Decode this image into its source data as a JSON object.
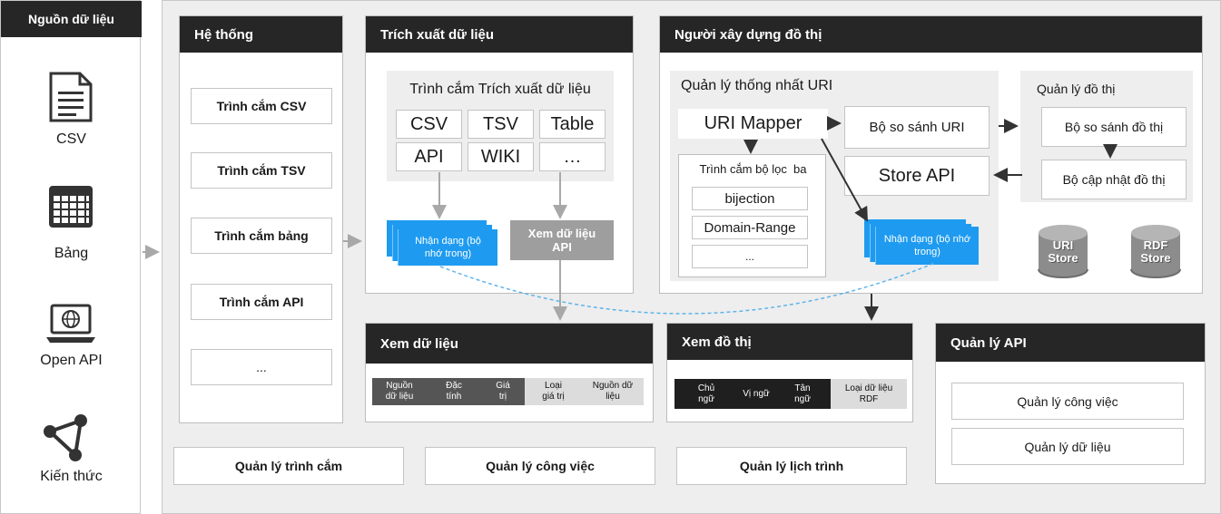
{
  "sources": {
    "title": "Nguồn dữ liệu",
    "items": [
      {
        "label": "CSV",
        "icon": "document-icon"
      },
      {
        "label": "Bảng",
        "icon": "table-grid-icon"
      },
      {
        "label": "Open API",
        "icon": "laptop-globe-icon"
      },
      {
        "label": "Kiến thức",
        "icon": "knowledge-network-icon"
      }
    ]
  },
  "system": {
    "title": "Hệ thống",
    "items": [
      "Trình cắm CSV",
      "Trình cắm TSV",
      "Trình cắm bảng",
      "Trình cắm API",
      "..."
    ]
  },
  "extraction": {
    "title": "Trích xuất dữ liệu",
    "plugin_title": "Trình cắm Trích xuất dữ liệu",
    "cells": [
      "CSV",
      "TSV",
      "Table",
      "API",
      "WIKI",
      "…"
    ],
    "identify": "Nhận dạng (bộ nhớ trong)",
    "api_view": "Xem dữ liệu API"
  },
  "graph_builder": {
    "title": "Người xây dựng đồ thị",
    "uri_mgmt": {
      "title": "Quản lý thống nhất URI",
      "mapper": "URI Mapper",
      "filter_title": "Trình cắm bộ lọc  ba",
      "filters": [
        "bijection",
        "Domain-Range",
        "..."
      ]
    },
    "uri_compare": "Bộ so sánh URI",
    "store_api": "Store API",
    "graph_mgmt": {
      "title": "Quản lý đồ thị",
      "compare": "Bộ so sánh đồ thị",
      "update": "Bộ cập nhật đồ thị"
    },
    "identify": "Nhận dạng (bộ nhớ trong)",
    "stores": [
      "URI Store",
      "RDF Store"
    ]
  },
  "data_view": {
    "title": "Xem dữ liệu",
    "columns_dark": [
      "Nguồn dữ liệu",
      "Đặc tính",
      "Giá trị"
    ],
    "columns_light": [
      "Loại giá trị",
      "Nguồn dữ liệu"
    ]
  },
  "graph_view": {
    "title": "Xem đồ thị",
    "columns_dark": [
      "Chủ ngữ",
      "Vị ngữ",
      "Tân ngữ"
    ],
    "columns_light": [
      "Loại dữ liệu RDF"
    ]
  },
  "api_mgmt": {
    "title": "Quản lý API",
    "items": [
      "Quản lý công việc",
      "Quản lý dữ liệu"
    ]
  },
  "bottom": [
    "Quản lý trình cắm",
    "Quản lý công việc",
    "Quản lý lịch trình"
  ],
  "colors": {
    "dark": "#262626",
    "accent_blue": "#1e9bf0",
    "dashed_blue": "#5fb4ec",
    "arrow_gray": "#a8a8a8",
    "mid_gray": "#9e9e9e"
  }
}
